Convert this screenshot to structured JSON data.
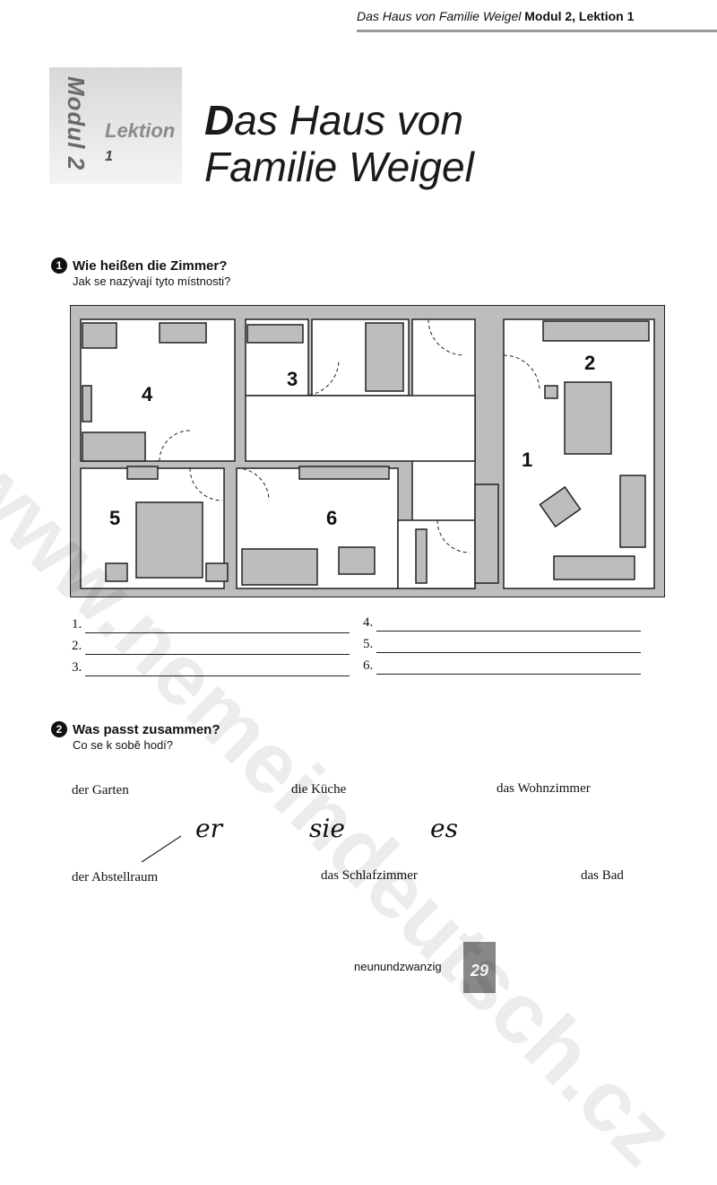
{
  "header": {
    "title": "Das Haus von Familie Weigel",
    "modul": "Modul 2, Lektion 1"
  },
  "badge": {
    "modul": "Modul 2",
    "lektion": "Lektion",
    "lektion_num": "1"
  },
  "page_title": {
    "first_letter": "D",
    "line1_rest": "as Haus von",
    "line2": "Familie Weigel"
  },
  "exercise1": {
    "number": "1",
    "question": "Wie heißen die Zimmer?",
    "sub": "Jak se nazývají tyto místnosti?",
    "rooms": [
      "1",
      "2",
      "3",
      "4",
      "5",
      "6"
    ],
    "answers": [
      "1.",
      "2.",
      "3.",
      "4.",
      "5.",
      "6."
    ]
  },
  "exercise2": {
    "number": "2",
    "question": "Was passt zusammen?",
    "sub": "Co se k sobě hodí?",
    "words_top": [
      "der Garten",
      "die Küche",
      "das Wohnzimmer"
    ],
    "pronouns": [
      "er",
      "sie",
      "es"
    ],
    "words_bottom": [
      "der Abstellraum",
      "das Schlafzimmer",
      "das Bad"
    ]
  },
  "footer": {
    "text": "neunundzwanzig",
    "page": "29"
  },
  "watermark": "www.nemeindeutsch.cz"
}
